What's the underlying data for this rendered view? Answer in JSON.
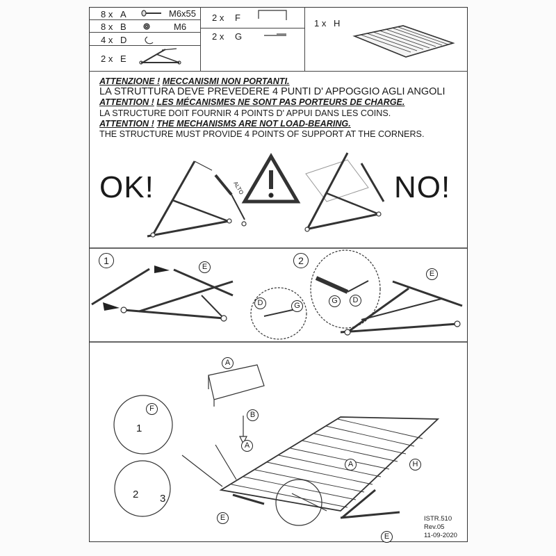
{
  "parts": {
    "A": {
      "qty": "8 x",
      "letter": "A",
      "spec": "M6x55"
    },
    "B": {
      "qty": "8 x",
      "letter": "B",
      "spec": "M6"
    },
    "D": {
      "qty": "4 x",
      "letter": "D"
    },
    "E": {
      "qty": "2 x",
      "letter": "E"
    },
    "F": {
      "qty": "2 x",
      "letter": "F"
    },
    "G": {
      "qty": "2 x",
      "letter": "G"
    },
    "H": {
      "qty": "1 x",
      "letter": "H"
    }
  },
  "warnings": {
    "it_title": "ATTENZIONE !",
    "it_sub": "MECCANISMI NON PORTANTI.",
    "it_body": "LA STRUTTURA DEVE PREVEDERE 4 PUNTI D' APPOGGIO AGLI ANGOLI",
    "fr_title": "ATTENTION !",
    "fr_sub": "LES MÉCANISMES NE SONT PAS PORTEURS DE CHARGE.",
    "fr_body": "LA STRUCTURE DOIT FOURNIR 4 POINTS D' APPUI DANS LES COINS.",
    "en_title": "ATTENTION !",
    "en_sub": "THE MECHANISMS ARE NOT LOAD-BEARING.",
    "en_body": "THE STRUCTURE MUST PROVIDE 4 POINTS OF SUPPORT AT THE CORNERS."
  },
  "ok_label": "OK!",
  "no_label": "NO!",
  "alto_label": "ALTO",
  "steps": {
    "one": "1",
    "two": "2",
    "three": "3"
  },
  "callouts": {
    "E": "E",
    "D": "D",
    "G": "G",
    "A": "A",
    "B": "B",
    "F": "F",
    "H": "H",
    "one": "1",
    "two": "2",
    "three": "3"
  },
  "doc_stamp": {
    "code": "ISTR.510",
    "rev": "Rev.05",
    "date": "11-09-2020"
  }
}
